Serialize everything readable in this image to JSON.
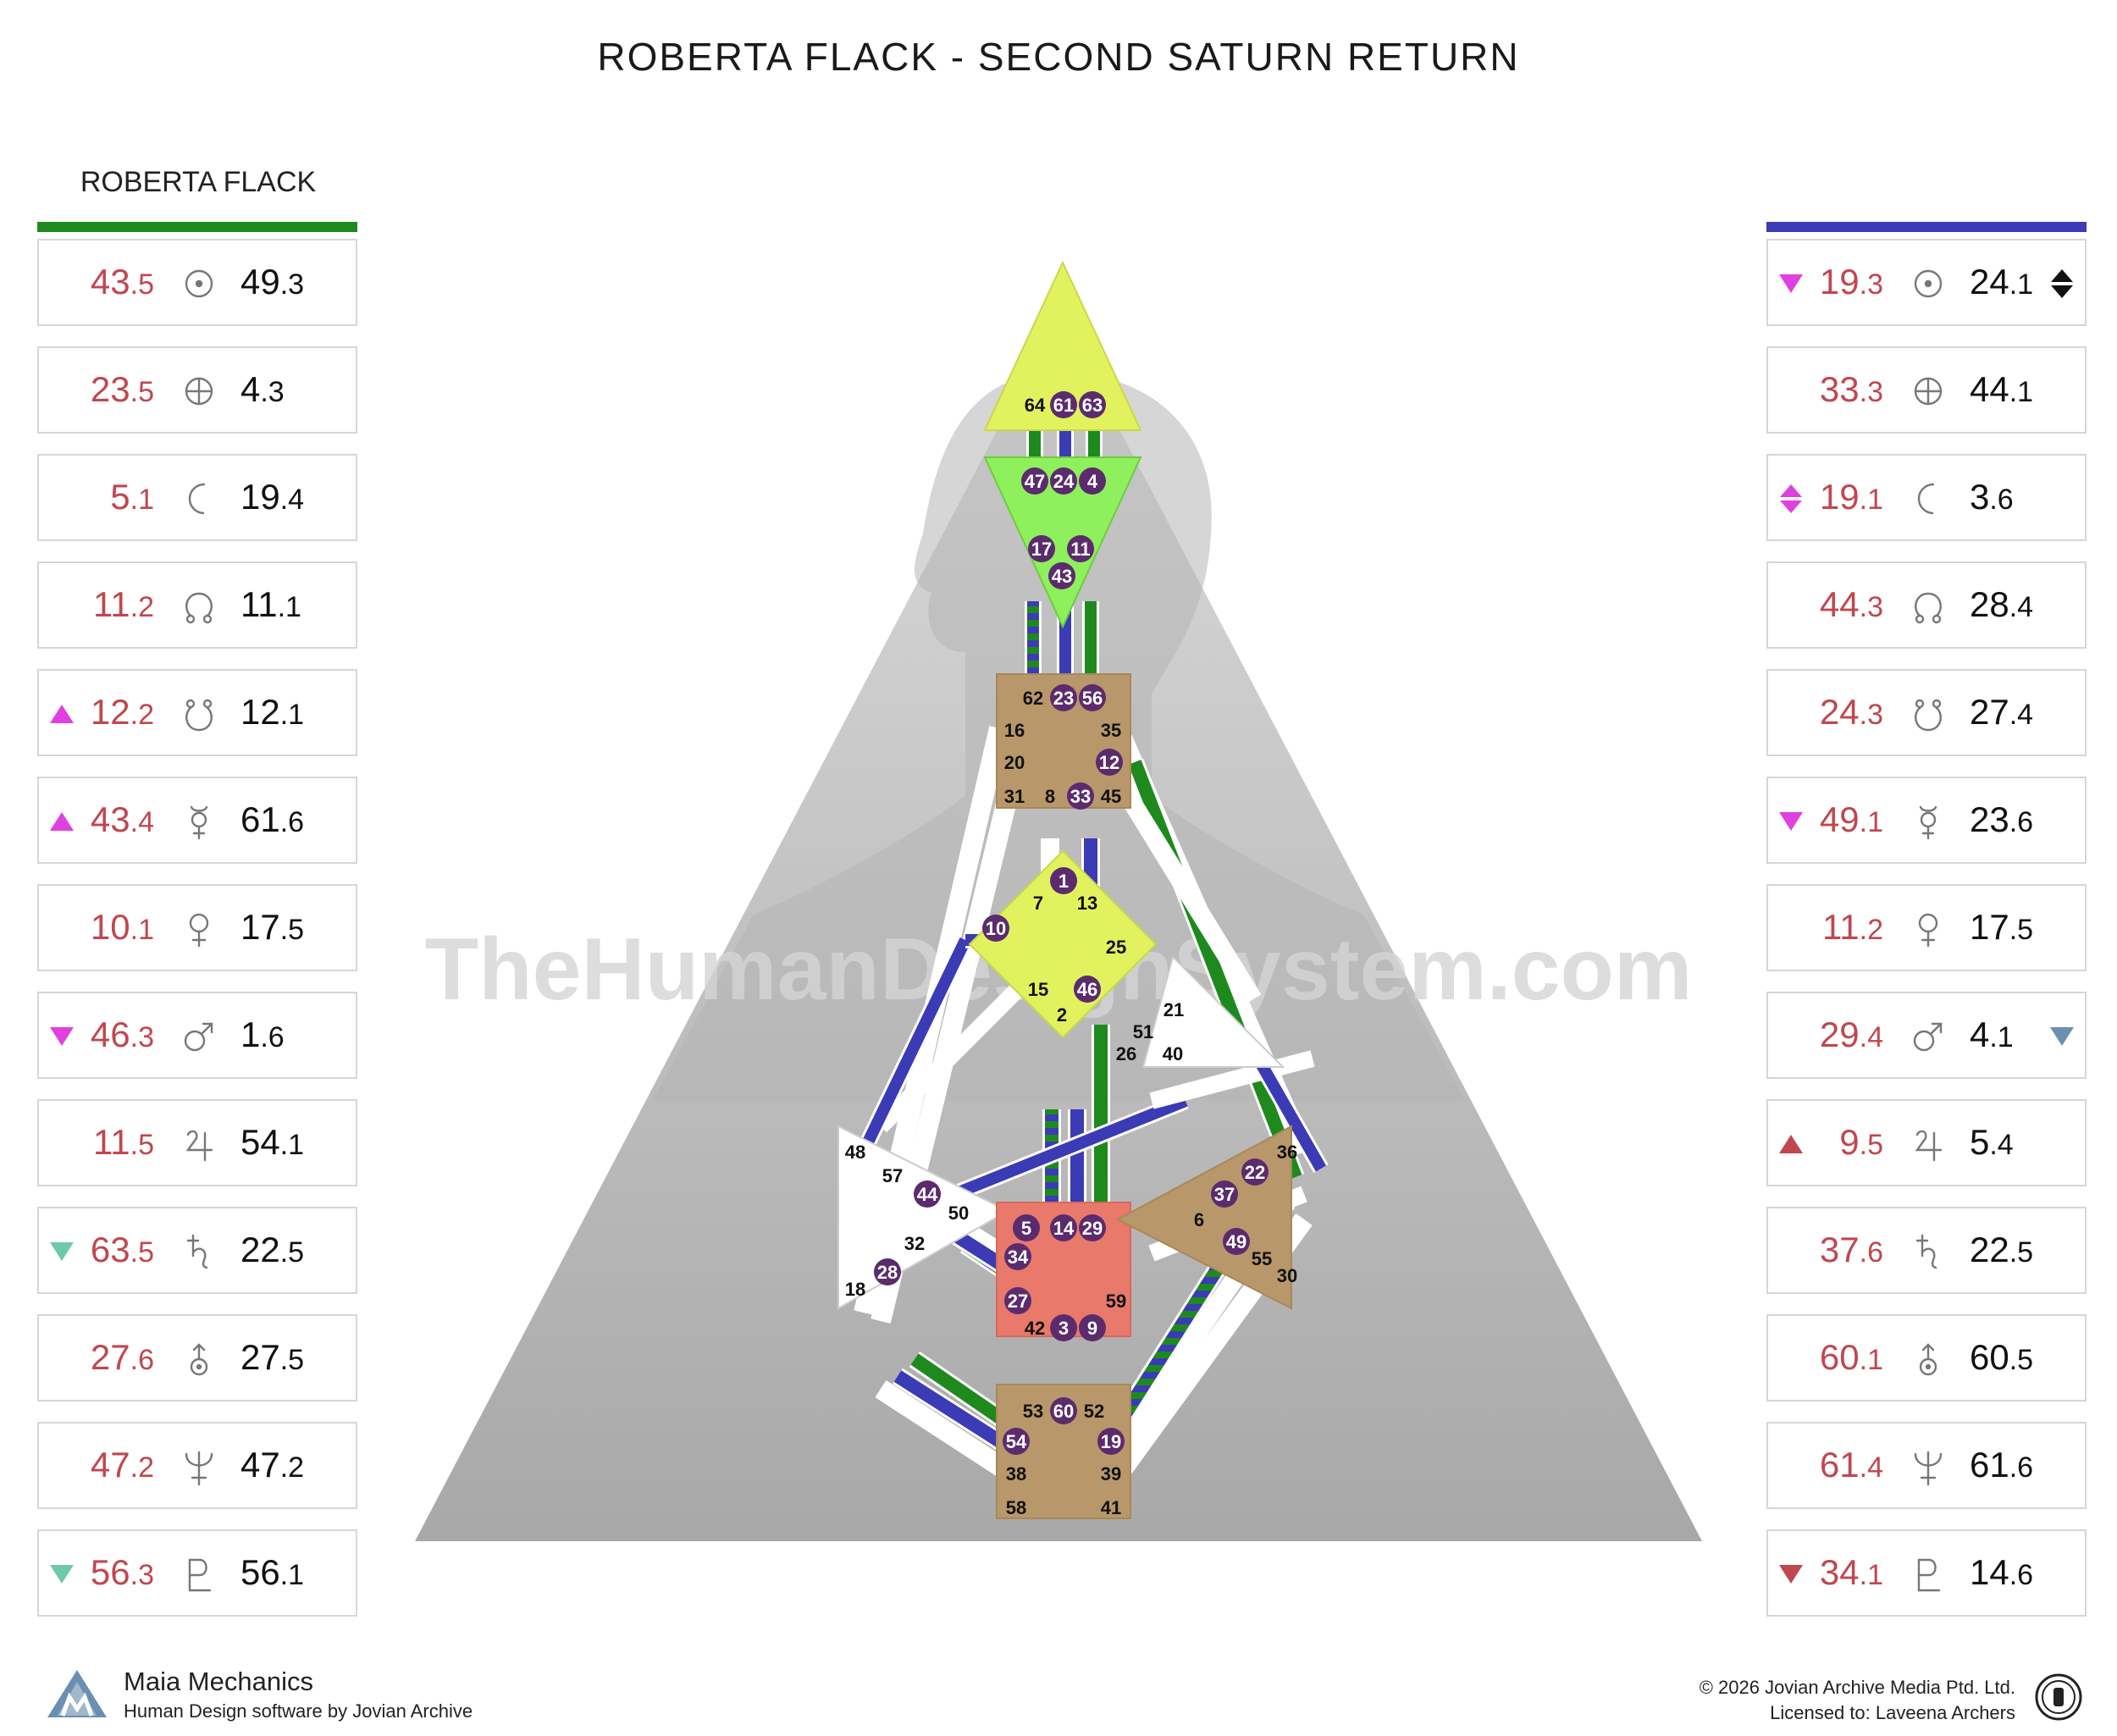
{
  "title": "ROBERTA FLACK - SECOND SATURN RETURN",
  "subtitle": "ROBERTA FLACK",
  "watermark": "TheHumanDesignSystem.com",
  "colors": {
    "design": "#1e8a1e",
    "personality": "#3b3bb5",
    "red": "#c0474f",
    "pink": "#e040e0",
    "teal": "#6ec9a8",
    "slate": "#6a8fb0"
  },
  "left_rows": [
    {
      "a_int": "43",
      "a_dec": ".5",
      "planet": "sun-icon",
      "b_int": "49",
      "b_dec": ".3",
      "arrow": ""
    },
    {
      "a_int": "23",
      "a_dec": ".5",
      "planet": "earth-icon",
      "b_int": "4",
      "b_dec": ".3",
      "arrow": ""
    },
    {
      "a_int": "5",
      "a_dec": ".1",
      "planet": "moon-icon",
      "b_int": "19",
      "b_dec": ".4",
      "arrow": ""
    },
    {
      "a_int": "11",
      "a_dec": ".2",
      "planet": "north-node-icon",
      "b_int": "11",
      "b_dec": ".1",
      "arrow": ""
    },
    {
      "a_int": "12",
      "a_dec": ".2",
      "planet": "south-node-icon",
      "b_int": "12",
      "b_dec": ".1",
      "arrow": "pink-up"
    },
    {
      "a_int": "43",
      "a_dec": ".4",
      "planet": "mercury-icon",
      "b_int": "61",
      "b_dec": ".6",
      "arrow": "pink-up"
    },
    {
      "a_int": "10",
      "a_dec": ".1",
      "planet": "venus-icon",
      "b_int": "17",
      "b_dec": ".5",
      "arrow": ""
    },
    {
      "a_int": "46",
      "a_dec": ".3",
      "planet": "mars-icon",
      "b_int": "1",
      "b_dec": ".6",
      "arrow": "pink-down"
    },
    {
      "a_int": "11",
      "a_dec": ".5",
      "planet": "jupiter-icon",
      "b_int": "54",
      "b_dec": ".1",
      "arrow": ""
    },
    {
      "a_int": "63",
      "a_dec": ".5",
      "planet": "saturn-icon",
      "b_int": "22",
      "b_dec": ".5",
      "arrow": "teal-down"
    },
    {
      "a_int": "27",
      "a_dec": ".6",
      "planet": "uranus-icon",
      "b_int": "27",
      "b_dec": ".5",
      "arrow": ""
    },
    {
      "a_int": "47",
      "a_dec": ".2",
      "planet": "neptune-icon",
      "b_int": "47",
      "b_dec": ".2",
      "arrow": ""
    },
    {
      "a_int": "56",
      "a_dec": ".3",
      "planet": "pluto-icon",
      "b_int": "56",
      "b_dec": ".1",
      "arrow": "teal-down"
    }
  ],
  "right_rows": [
    {
      "a_int": "19",
      "a_dec": ".3",
      "planet": "sun-icon",
      "b_int": "24",
      "b_dec": ".1",
      "arrow_l": "pink-down",
      "arrow_r": "black-updown"
    },
    {
      "a_int": "33",
      "a_dec": ".3",
      "planet": "earth-icon",
      "b_int": "44",
      "b_dec": ".1",
      "arrow_l": "",
      "arrow_r": ""
    },
    {
      "a_int": "19",
      "a_dec": ".1",
      "planet": "moon-icon",
      "b_int": "3",
      "b_dec": ".6",
      "arrow_l": "pink-updown",
      "arrow_r": ""
    },
    {
      "a_int": "44",
      "a_dec": ".3",
      "planet": "north-node-icon",
      "b_int": "28",
      "b_dec": ".4",
      "arrow_l": "",
      "arrow_r": ""
    },
    {
      "a_int": "24",
      "a_dec": ".3",
      "planet": "south-node-icon",
      "b_int": "27",
      "b_dec": ".4",
      "arrow_l": "",
      "arrow_r": ""
    },
    {
      "a_int": "49",
      "a_dec": ".1",
      "planet": "mercury-icon",
      "b_int": "23",
      "b_dec": ".6",
      "arrow_l": "pink-down",
      "arrow_r": ""
    },
    {
      "a_int": "11",
      "a_dec": ".2",
      "planet": "venus-icon",
      "b_int": "17",
      "b_dec": ".5",
      "arrow_l": "",
      "arrow_r": ""
    },
    {
      "a_int": "29",
      "a_dec": ".4",
      "planet": "mars-icon",
      "b_int": "4",
      "b_dec": ".1",
      "arrow_l": "",
      "arrow_r": "slate-down"
    },
    {
      "a_int": "9",
      "a_dec": ".5",
      "planet": "jupiter-icon",
      "b_int": "5",
      "b_dec": ".4",
      "arrow_l": "red-up",
      "arrow_r": ""
    },
    {
      "a_int": "37",
      "a_dec": ".6",
      "planet": "saturn-icon",
      "b_int": "22",
      "b_dec": ".5",
      "arrow_l": "",
      "arrow_r": ""
    },
    {
      "a_int": "60",
      "a_dec": ".1",
      "planet": "uranus-icon",
      "b_int": "60",
      "b_dec": ".5",
      "arrow_l": "",
      "arrow_r": ""
    },
    {
      "a_int": "61",
      "a_dec": ".4",
      "planet": "neptune-icon",
      "b_int": "61",
      "b_dec": ".6",
      "arrow_l": "",
      "arrow_r": ""
    },
    {
      "a_int": "34",
      "a_dec": ".1",
      "planet": "pluto-icon",
      "b_int": "14",
      "b_dec": ".6",
      "arrow_l": "red-down",
      "arrow_r": ""
    }
  ],
  "gates": {
    "head": [
      "64",
      "61",
      "63"
    ],
    "ajna": [
      "47",
      "24",
      "4",
      "17",
      "11",
      "43"
    ],
    "throat": [
      "62",
      "23",
      "56",
      "16",
      "35",
      "20",
      "12",
      "31",
      "8",
      "33",
      "45"
    ],
    "g": [
      "1",
      "7",
      "13",
      "10",
      "25",
      "15",
      "46",
      "2"
    ],
    "ego": [
      "21",
      "51",
      "26",
      "40"
    ],
    "spleen": [
      "48",
      "57",
      "44",
      "50",
      "32",
      "28",
      "18"
    ],
    "sacral": [
      "5",
      "14",
      "29",
      "34",
      "27",
      "59",
      "42",
      "3",
      "9"
    ],
    "solar_plexus": [
      "36",
      "22",
      "37",
      "6",
      "49",
      "55",
      "30"
    ],
    "root": [
      "53",
      "60",
      "52",
      "54",
      "19",
      "38",
      "39",
      "58",
      "41"
    ]
  },
  "footer": {
    "brand": "Maia Mechanics",
    "brand_sub": "Human Design software by Jovian Archive",
    "copyright": "© 2026 Jovian Archive Media Ptd. Ltd.",
    "license": "Licensed to: Laveena Archers"
  }
}
